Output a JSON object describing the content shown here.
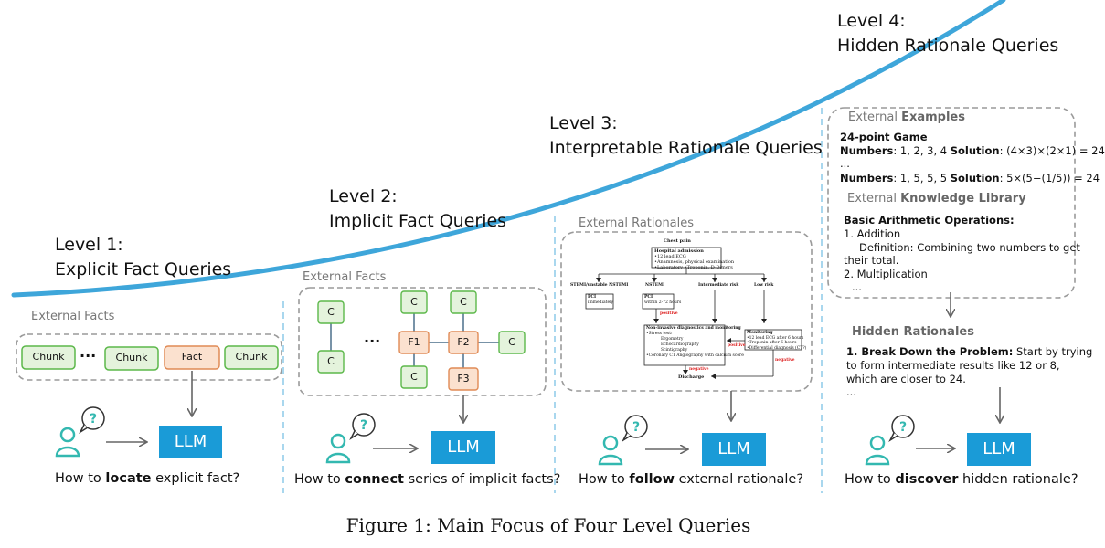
{
  "caption": "Figure 1: Main Focus of Four Level Queries",
  "levels": [
    {
      "line1": "Level 1:",
      "line2": "Explicit Fact Queries"
    },
    {
      "line1": "Level 2:",
      "line2": "Implicit Fact Queries"
    },
    {
      "line1": "Level 3:",
      "line2": "Interpretable Rationale Queries"
    },
    {
      "line1": "Level 4:",
      "line2": "Hidden Rationale Queries"
    }
  ],
  "panel1": {
    "box_title": "External Facts",
    "nodes": [
      "Chunk",
      "Chunk",
      "Fact",
      "Chunk"
    ],
    "ellipsis": "···",
    "llm": "LLM",
    "q_pre": "How to ",
    "q_bold": "locate",
    "q_post": " explicit fact?"
  },
  "panel2": {
    "box_title": "External Facts",
    "c": "C",
    "f1": "F1",
    "f2": "F2",
    "f3": "F3",
    "ellipsis": "···",
    "llm": "LLM",
    "q_pre": "How to ",
    "q_bold": "connect",
    "q_post": " series of implicit facts?"
  },
  "panel3": {
    "box_title": "External Rationales",
    "flow": {
      "title": "Chest pain",
      "admission": "Hospital admission",
      "admission_items": [
        "•12 lead ECG",
        "•Anamnesis, physical examination",
        "•Laboratory •Troponin, D-Dimers"
      ],
      "branches": [
        "STEMI/unstable NSTEMI",
        "NSTEMI",
        "Intermediate risk",
        "Low risk"
      ],
      "pci1": "PCI",
      "pci1_sub": "immediately",
      "pci2": "PCI",
      "pci2_sub": "within 2-72 hours",
      "positive": "positive",
      "negative": "negative",
      "noninv": "Non-invasive diagnostics and monitoring",
      "noninv_items": [
        "•Stress test:",
        "Ergometry",
        "Echocardiography",
        "Scintigraphy",
        "•Coronary CT Angiography with calcium score"
      ],
      "monitor": "Monitoring",
      "monitor_items": [
        "•12 lead ECG after 6 hours",
        "•Troponin after 6 hours",
        "•Differential diagnosis (CT?)"
      ],
      "discharge": "Discharge"
    },
    "llm": "LLM",
    "q_pre": "How to ",
    "q_bold": "follow",
    "q_post": " external rationale?"
  },
  "panel4": {
    "ext_examples_pre": "External ",
    "ext_examples_bold": "Examples",
    "game_title": "24-point Game",
    "ex1_label": "Numbers",
    "ex1_nums": ": 1, 2, 3, 4 ",
    "ex1_sol_label": "Solution",
    "ex1_sol": ": (4×3)×(2×1) = 24",
    "ex_ellipsis": "...",
    "ex2_label": "Numbers",
    "ex2_nums": ": 1, 5, 5, 5 ",
    "ex2_sol_label": "Solution",
    "ex2_sol": ": 5×(5−(1/5)) = 24",
    "ext_lib_pre": "External ",
    "ext_lib_bold": "Knowledge Library",
    "lib_title": "Basic Arithmetic Operations:",
    "lib_l1": "1. Addition",
    "lib_l2": "Definition: Combining two numbers to get",
    "lib_l3": "their total.",
    "lib_l4": "2. Multiplication",
    "lib_l5": "...",
    "hidden_title": "Hidden Rationales",
    "hr_bold": "1. Break Down the Problem:",
    "hr_l1": " Start by trying",
    "hr_l2": "to form intermediate results like 12 or 8,",
    "hr_l3": "which are closer to 24.",
    "hr_l4": "...",
    "llm": "LLM",
    "q_pre": "How to ",
    "q_bold": "discover",
    "q_post": " hidden rationale?"
  },
  "colors": {
    "curve": "#3ea6da",
    "llm_box": "#1a9bd7",
    "chunk_fill": "#e4f3dc",
    "chunk_stroke": "#5cb84a",
    "fact_fill": "#fbe1cf",
    "fact_stroke": "#e08a55",
    "user_icon": "#33b8b0",
    "dashed": "#9a9a9a"
  }
}
